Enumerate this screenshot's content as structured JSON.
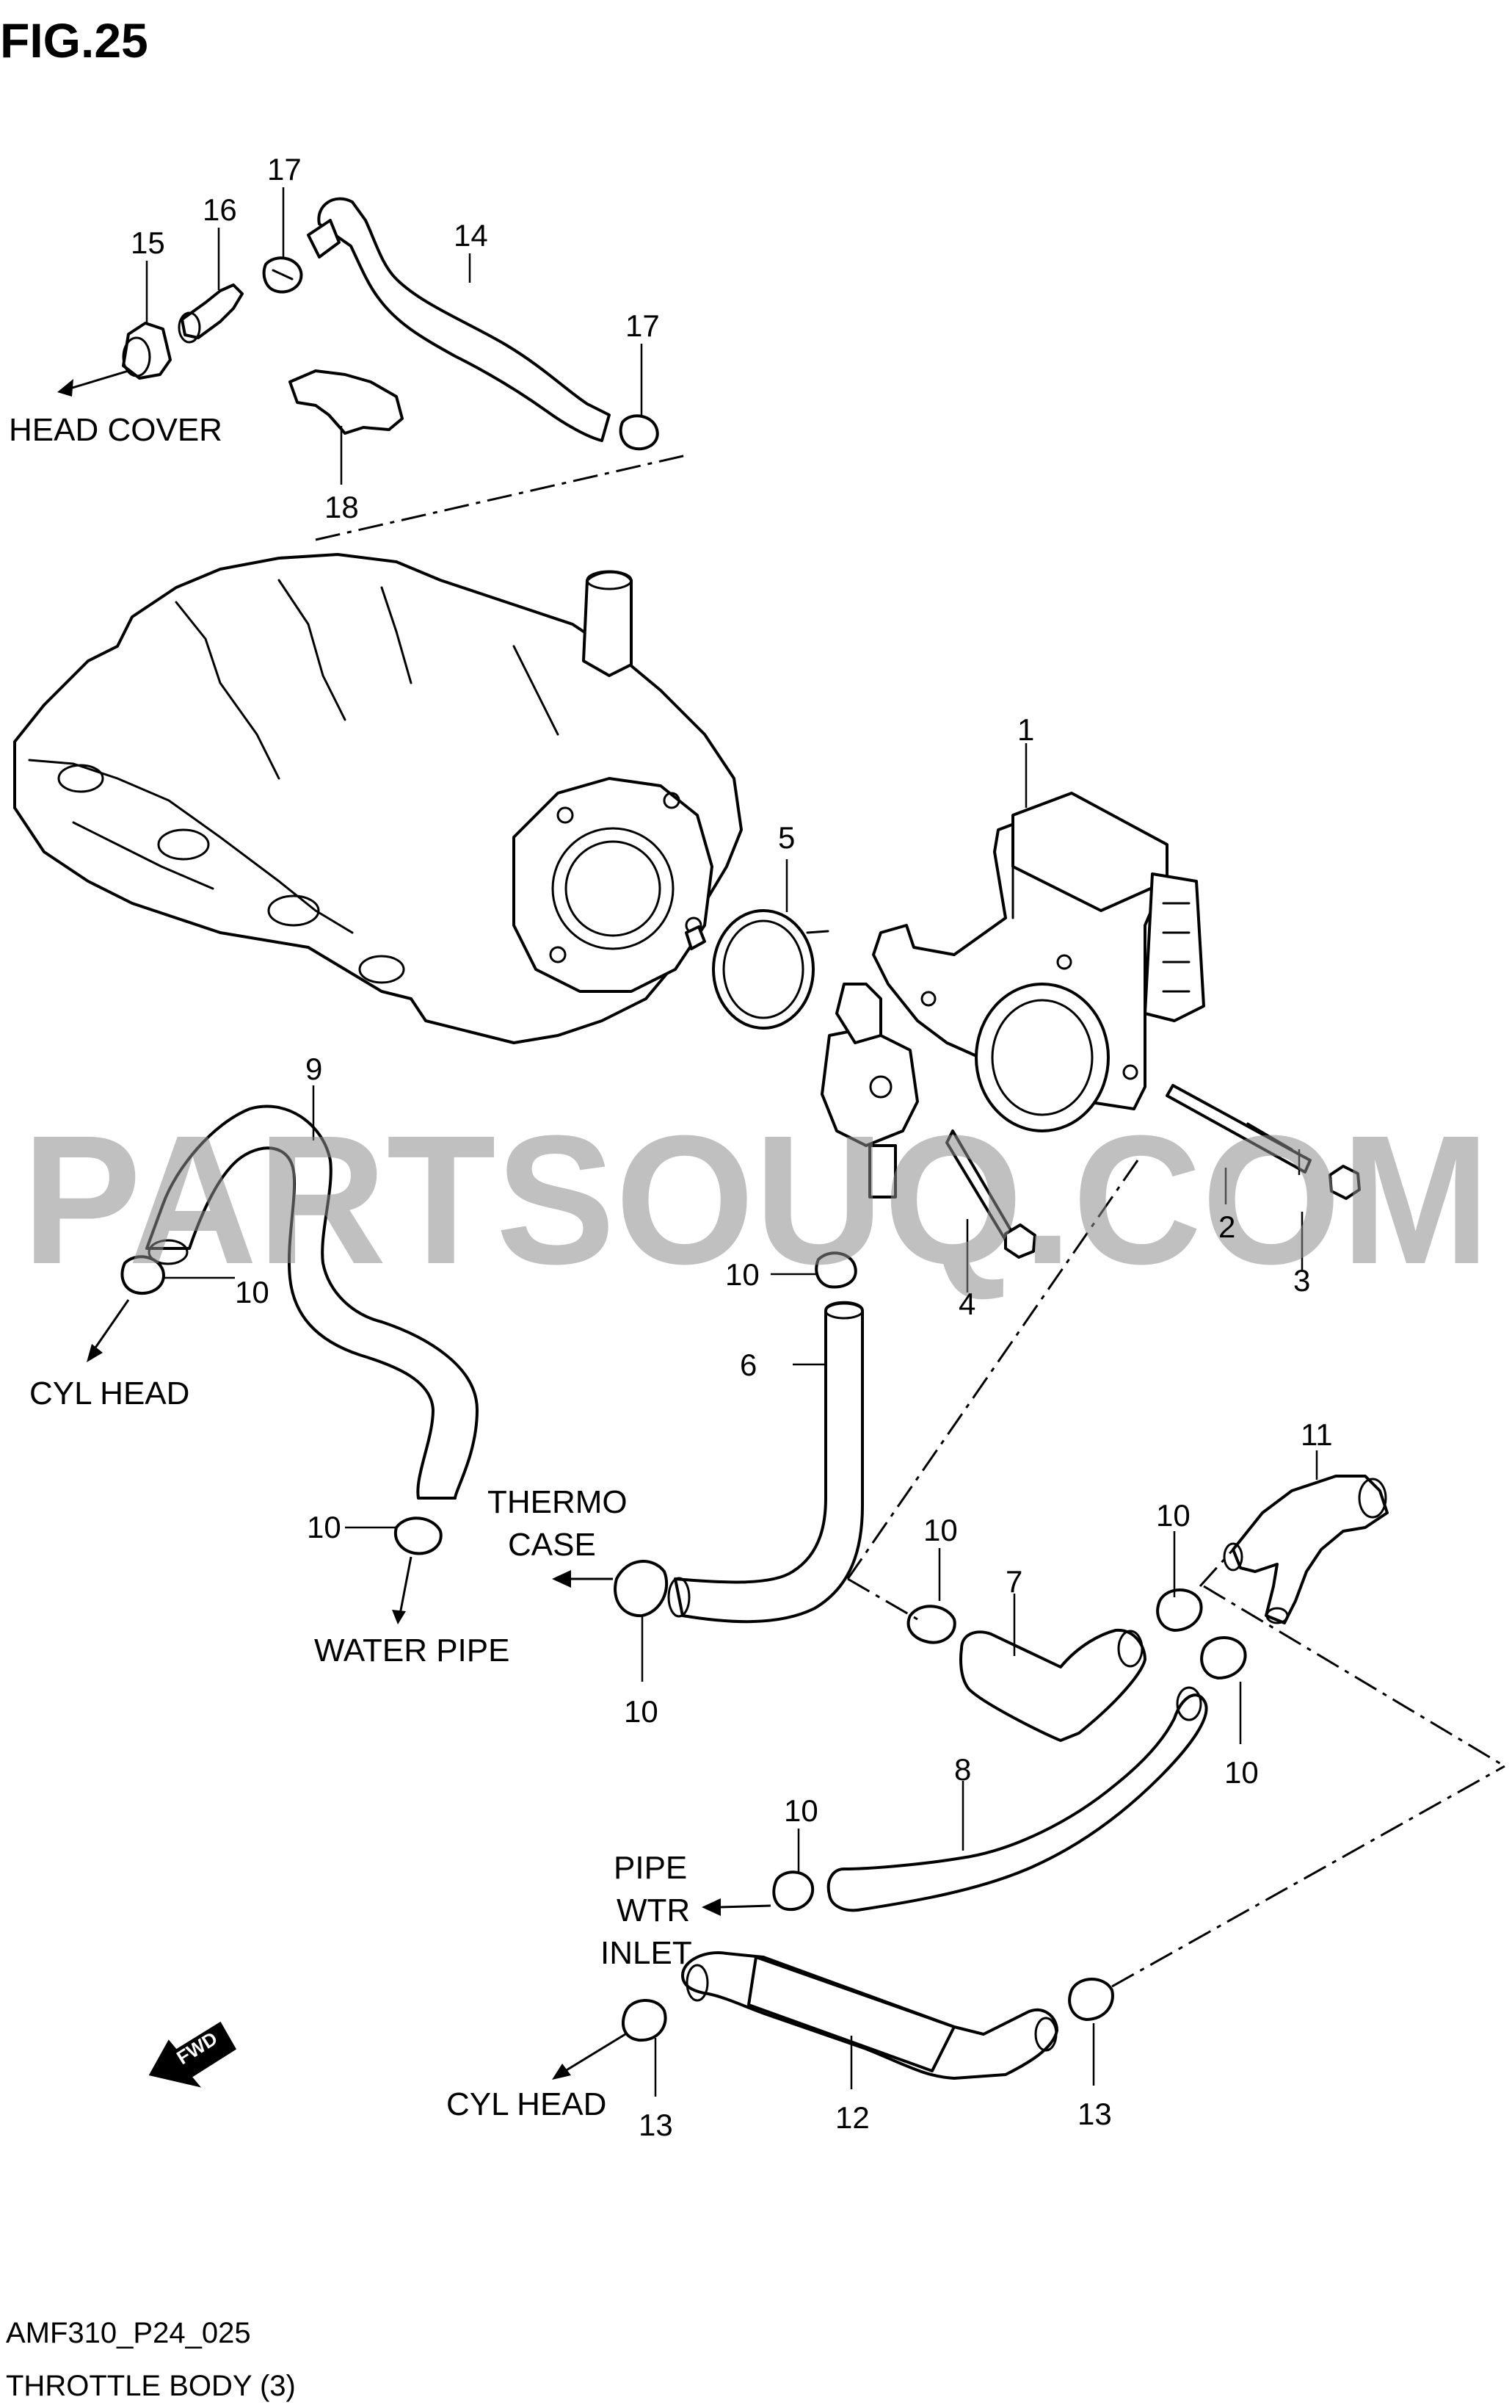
{
  "figure_title": "FIG.25",
  "watermark": "PARTSOUQ.COM",
  "footer": {
    "code": "AMF310_P24_025",
    "caption": "THROTTLE BODY (3)"
  },
  "fwd_label": "FWD",
  "destinations": {
    "head_cover": "HEAD COVER",
    "cyl_head_upper": "CYL HEAD",
    "water_pipe": "WATER PIPE",
    "thermo_line1": "THERMO",
    "thermo_line2": "CASE",
    "pipe_line1": "PIPE",
    "pipe_line2": "WTR",
    "pipe_line3": "INLET",
    "cyl_head_lower": "CYL HEAD"
  },
  "callouts": {
    "c1": "1",
    "c2": "2",
    "c3": "3",
    "c4": "4",
    "c5": "5",
    "c6": "6",
    "c7": "7",
    "c8": "8",
    "c9": "9",
    "c10a": "10",
    "c10b": "10",
    "c10c": "10",
    "c10d": "10",
    "c10e": "10",
    "c10f": "10",
    "c10g": "10",
    "c10h": "10",
    "c11": "11",
    "c12": "12",
    "c13a": "13",
    "c13b": "13",
    "c14": "14",
    "c15": "15",
    "c16": "16",
    "c17a": "17",
    "c17b": "17",
    "c18": "18"
  }
}
